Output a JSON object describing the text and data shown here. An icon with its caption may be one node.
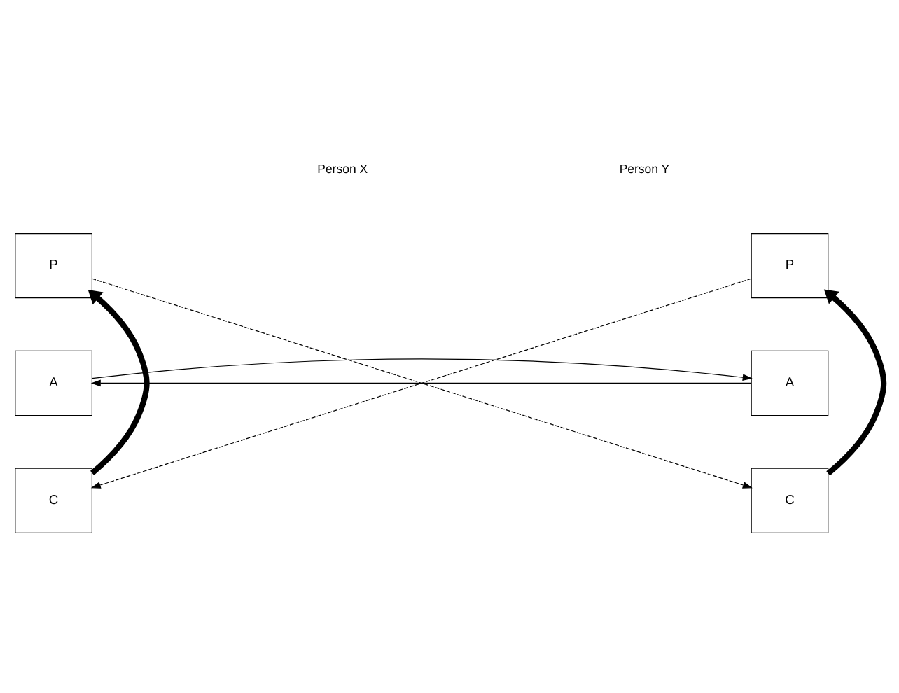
{
  "diagram": {
    "nodes": [
      {
        "text": [
          "P"
        ]
      },
      {
        "text": [
          "P"
        ]
      },
      {
        "text": [
          "A"
        ]
      },
      {
        "text": [
          "A"
        ]
      },
      {
        "text": [
          "C"
        ]
      },
      {
        "text": [
          "C"
        ]
      }
    ],
    "edges": [
      {
        "from": 3,
        "to": 2,
        "arrow": "to"
      },
      {
        "from": 2,
        "to": 3,
        "arrow": "to"
      },
      {
        "from": 0,
        "to": 5,
        "arrow": "to",
        "style": "dashed"
      },
      {
        "from": 1,
        "to": 4,
        "arrow": "to",
        "style": "dashed"
      },
      {
        "from": 4,
        "to": 0,
        "arrow": "to",
        "style": "thick"
      },
      {
        "from": 5,
        "to": 1,
        "arrow": "to",
        "style": "thick"
      }
    ],
    "labels": [
      "Person X",
      "Person Y"
    ]
  }
}
